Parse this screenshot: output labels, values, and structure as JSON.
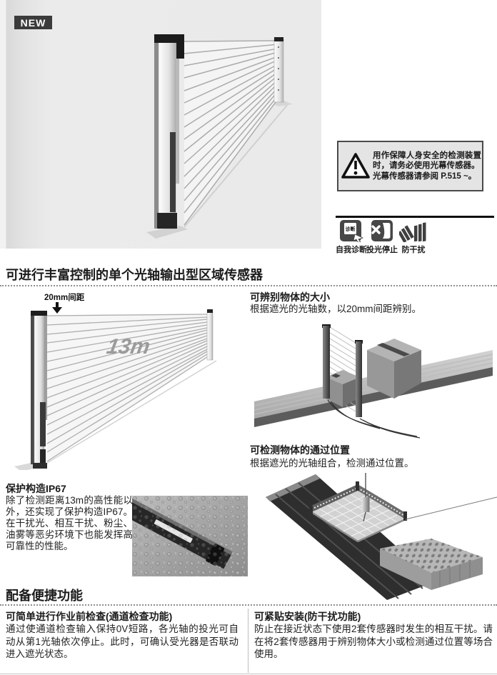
{
  "badge": {
    "label": "NEW"
  },
  "curtain_image": {
    "pitch_label": "20mm间距",
    "range_label": "13m"
  },
  "warning": {
    "text1": "用作保障人身安全的检测装置时，请务必使用光幕传感器。",
    "text2": "光幕传感器请参阅 P.515 ~。"
  },
  "feature_icons": [
    {
      "label": "自我诊断",
      "glyph_text": "诊断"
    },
    {
      "label": "投光停止"
    },
    {
      "label": "防干扰"
    }
  ],
  "section1": {
    "title": "可进行丰富控制的单个光轴输出型区域传感器",
    "features": [
      {
        "title": "可辨别物体的大小",
        "body": "根据遮光的光轴数，以20mm间距辨别。"
      },
      {
        "title": "可检测物体的通过位置",
        "body": "根据遮光的光轴组合，检测通过位置。"
      },
      {
        "title": "保护构造IP67",
        "body": "除了检测距离13m的高性能以外，还实现了保护构造IP67。在干扰光、相互干扰、粉尘、油雾等恶劣环境下也能发挥高可靠性的性能。"
      }
    ]
  },
  "section2": {
    "title": "配备便捷功能",
    "features": [
      {
        "title": "可简单进行作业前检查(通道检查功能)",
        "body": "通过使通道检查输入保持0V短路，各光轴的投光可自动从第1光轴依次停止。此时，可确认受光器是否联动进入遮光状态。"
      },
      {
        "title": "可紧贴安装(防干扰功能)",
        "body": "防止在接近状态下使用2套传感器时发生的相互干扰。请在将2套传感器用于辨别物体大小或检测通过位置等场合使用。"
      }
    ]
  },
  "colors": {
    "badge_bg": "#3b3b3b",
    "hero_bg": "#eaeaea",
    "warning_bg": "#e4e4e4",
    "warning_border": "#4a4a4a",
    "icon_bg": "#474747",
    "range_text_gray": "#9b9b9b"
  }
}
